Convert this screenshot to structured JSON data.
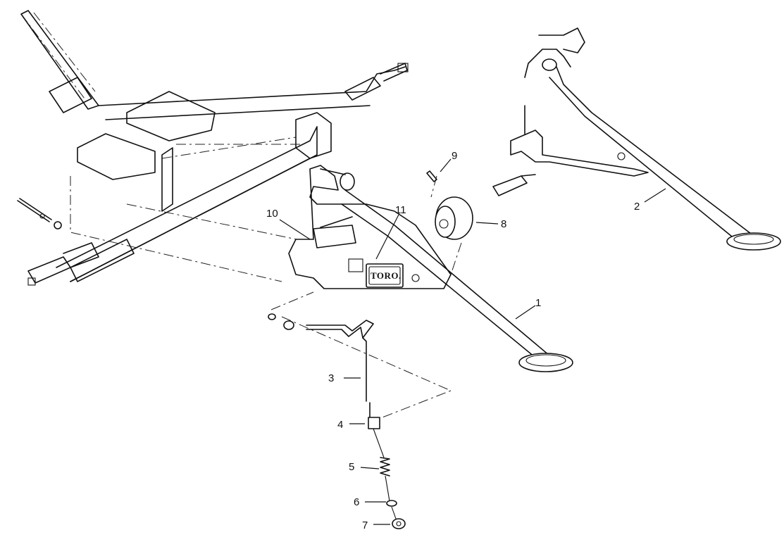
{
  "callouts": {
    "c1": "1",
    "c2": "2",
    "c3": "3",
    "c4": "4",
    "c5": "5",
    "c6": "6",
    "c7": "7",
    "c8": "8",
    "c9": "9",
    "c10": "10",
    "c11": "11"
  },
  "logo": "TORO."
}
